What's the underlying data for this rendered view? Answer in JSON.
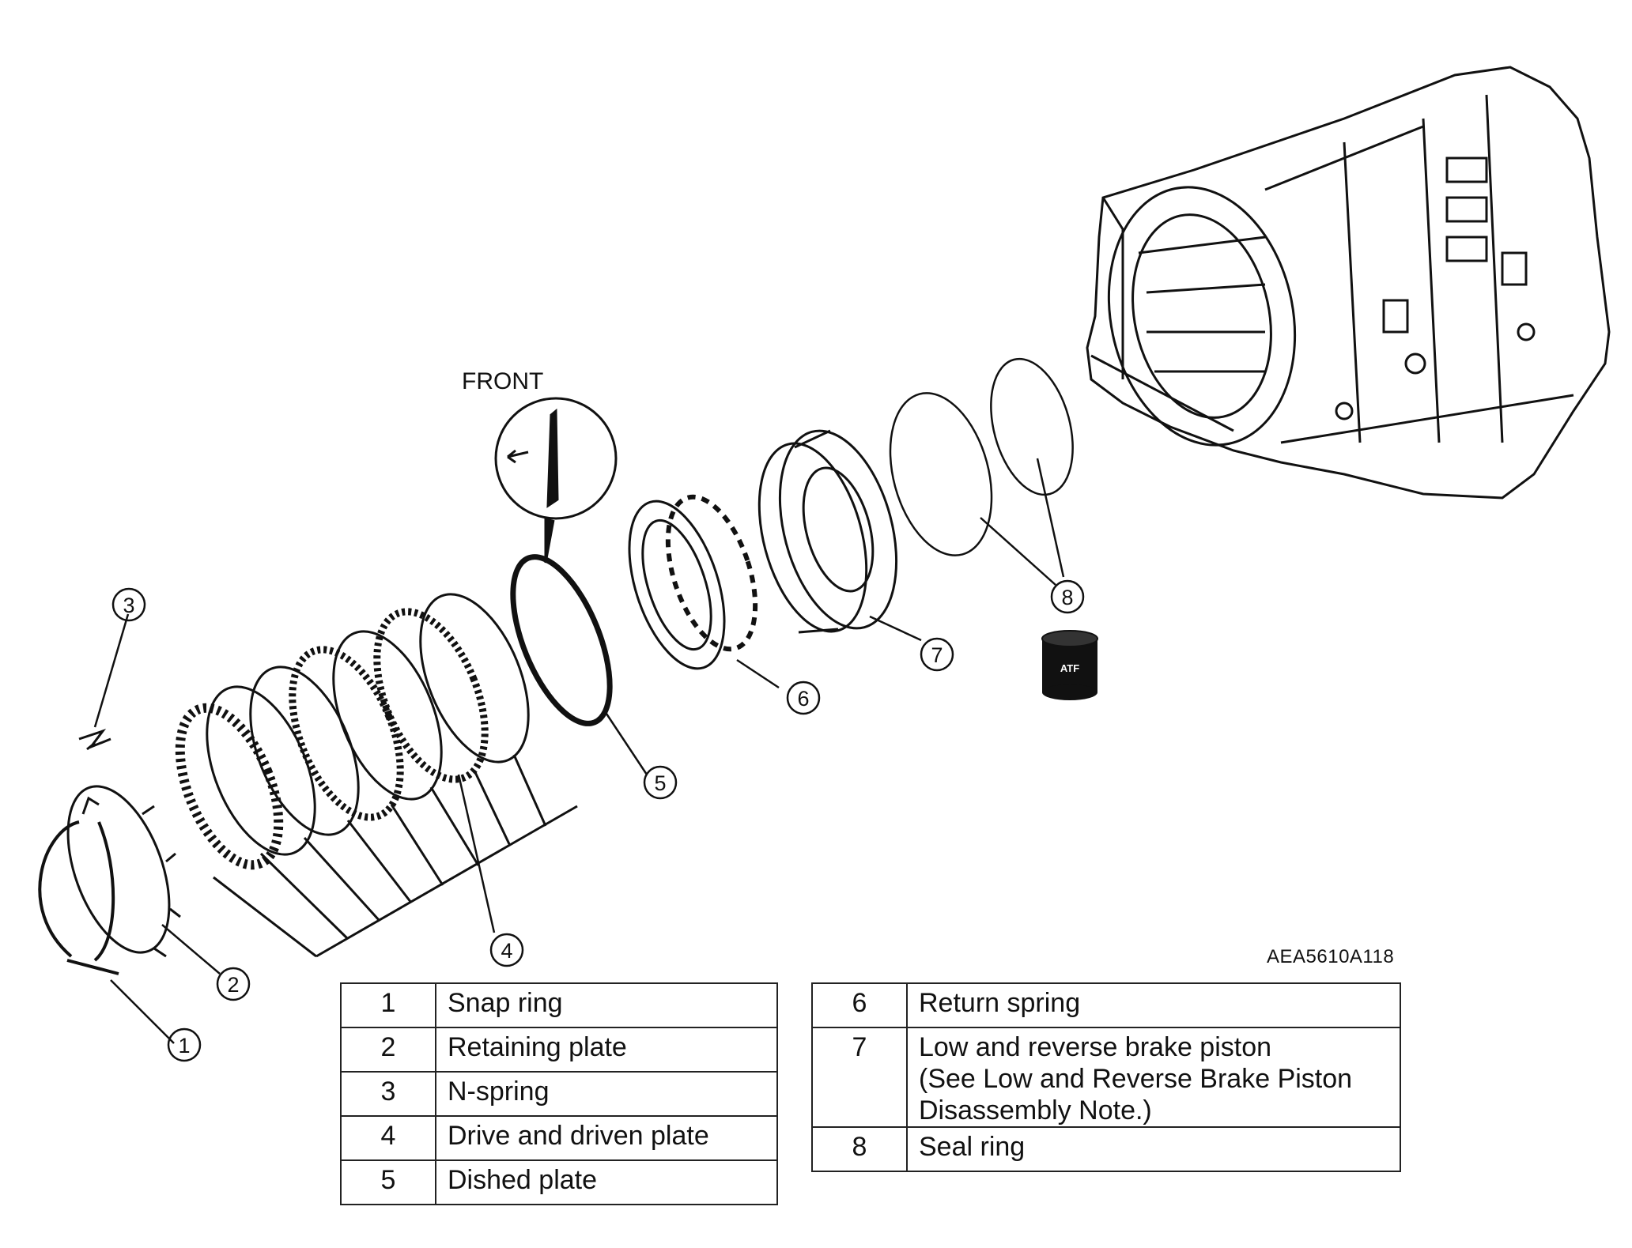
{
  "diagram": {
    "front_label": "FRONT",
    "reference_code": "AEA5610A118",
    "atf_label": "ATF",
    "callouts": [
      "1",
      "2",
      "3",
      "4",
      "5",
      "6",
      "7",
      "8"
    ]
  },
  "legend_left": [
    {
      "num": "1",
      "text": "Snap ring"
    },
    {
      "num": "2",
      "text": "Retaining plate"
    },
    {
      "num": "3",
      "text": "N-spring"
    },
    {
      "num": "4",
      "text": "Drive and driven plate"
    },
    {
      "num": "5",
      "text": "Dished plate"
    }
  ],
  "legend_right": [
    {
      "num": "6",
      "text": "Return spring"
    },
    {
      "num": "7",
      "line1": "Low and reverse brake piston",
      "line2": "(See Low and Reverse Brake Piston",
      "line3": "Disassembly Note.)"
    },
    {
      "num": "8",
      "text": "Seal ring"
    }
  ]
}
